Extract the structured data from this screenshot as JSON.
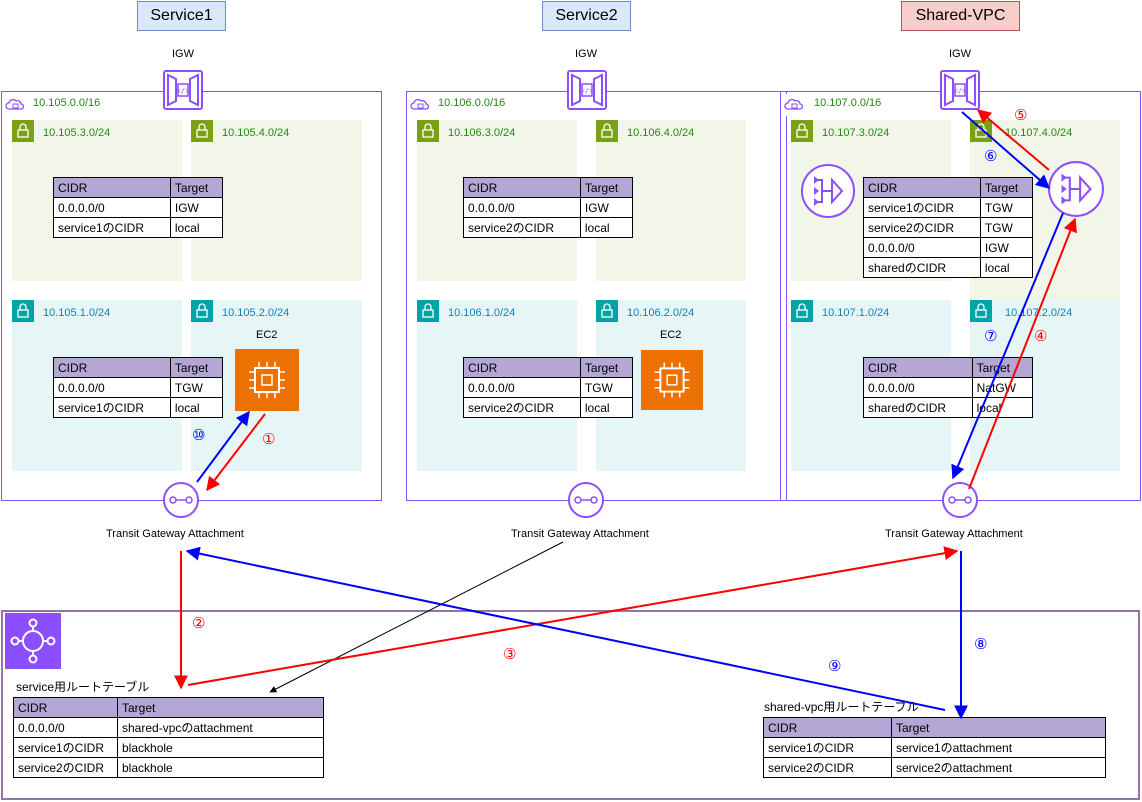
{
  "headers": {
    "service1": "Service1",
    "service2": "Service2",
    "shared": "Shared-VPC"
  },
  "igw_label": "IGW",
  "ec2_label": "EC2",
  "attachment_label": "Transit Gateway Attachment",
  "vpcs": {
    "service1": {
      "cidr": "10.105.0.0/16",
      "subnets": [
        "10.105.3.0/24",
        "10.105.4.0/24",
        "10.105.1.0/24",
        "10.105.2.0/24"
      ]
    },
    "service2": {
      "cidr": "10.106.0.0/16",
      "subnets": [
        "10.106.3.0/24",
        "10.106.4.0/24",
        "10.106.1.0/24",
        "10.106.2.0/24"
      ]
    },
    "shared": {
      "cidr": "10.107.0.0/16",
      "subnets": [
        "10.107.3.0/24",
        "10.107.4.0/24",
        "10.107.1.0/24",
        "10.107.2.0/24"
      ]
    }
  },
  "tables": {
    "s1_public": {
      "headers": [
        "CIDR",
        "Target"
      ],
      "rows": [
        [
          "0.0.0.0/0",
          "IGW"
        ],
        [
          "service1のCIDR",
          "local"
        ]
      ]
    },
    "s1_private": {
      "headers": [
        "CIDR",
        "Target"
      ],
      "rows": [
        [
          "0.0.0.0/0",
          "TGW"
        ],
        [
          "service1のCIDR",
          "local"
        ]
      ]
    },
    "s2_public": {
      "headers": [
        "CIDR",
        "Target"
      ],
      "rows": [
        [
          "0.0.0.0/0",
          "IGW"
        ],
        [
          "service2のCIDR",
          "local"
        ]
      ]
    },
    "s2_private": {
      "headers": [
        "CIDR",
        "Target"
      ],
      "rows": [
        [
          "0.0.0.0/0",
          "TGW"
        ],
        [
          "service2のCIDR",
          "local"
        ]
      ]
    },
    "shared_public": {
      "headers": [
        "CIDR",
        "Target"
      ],
      "rows": [
        [
          "service1のCIDR",
          "TGW"
        ],
        [
          "service2のCIDR",
          "TGW"
        ],
        [
          "0.0.0.0/0",
          "IGW"
        ],
        [
          "sharedのCIDR",
          "local"
        ]
      ]
    },
    "shared_private": {
      "headers": [
        "CIDR",
        "Target"
      ],
      "rows": [
        [
          "0.0.0.0/0",
          "NatGW"
        ],
        [
          "sharedのCIDR",
          "local"
        ]
      ]
    },
    "tgw_service": {
      "title": "service用ルートテーブル",
      "headers": [
        "CIDR",
        "Target"
      ],
      "rows": [
        [
          "0.0.0.0/0",
          "shared-vpcのattachment"
        ],
        [
          "service1のCIDR",
          "blackhole"
        ],
        [
          "service2のCIDR",
          "blackhole"
        ]
      ]
    },
    "tgw_shared": {
      "title": "shared-vpc用ルートテーブル",
      "headers": [
        "CIDR",
        "Target"
      ],
      "rows": [
        [
          "service1のCIDR",
          "service1のattachment"
        ],
        [
          "service2のCIDR",
          "service2のattachment"
        ]
      ]
    }
  },
  "steps": {
    "s1": "①",
    "s2": "②",
    "s3": "③",
    "s4": "④",
    "s5": "⑤",
    "s6": "⑥",
    "s7": "⑦",
    "s8": "⑧",
    "s9": "⑨",
    "s10": "⑩"
  },
  "colors": {
    "vpc_border": "#8c4fff",
    "public_subnet": "#f2f6e8",
    "private_subnet": "#e6f6f7",
    "ec2": "#ed7100",
    "outbound_arrow": "#ff0000",
    "return_arrow": "#0000ff",
    "tgw": "#9673a6"
  },
  "icons": [
    "igw-icon",
    "vpc-cloud-icon",
    "subnet-lock-icon",
    "ec2-icon",
    "nat-gateway-icon",
    "tgw-attachment-icon",
    "transit-gateway-icon"
  ]
}
